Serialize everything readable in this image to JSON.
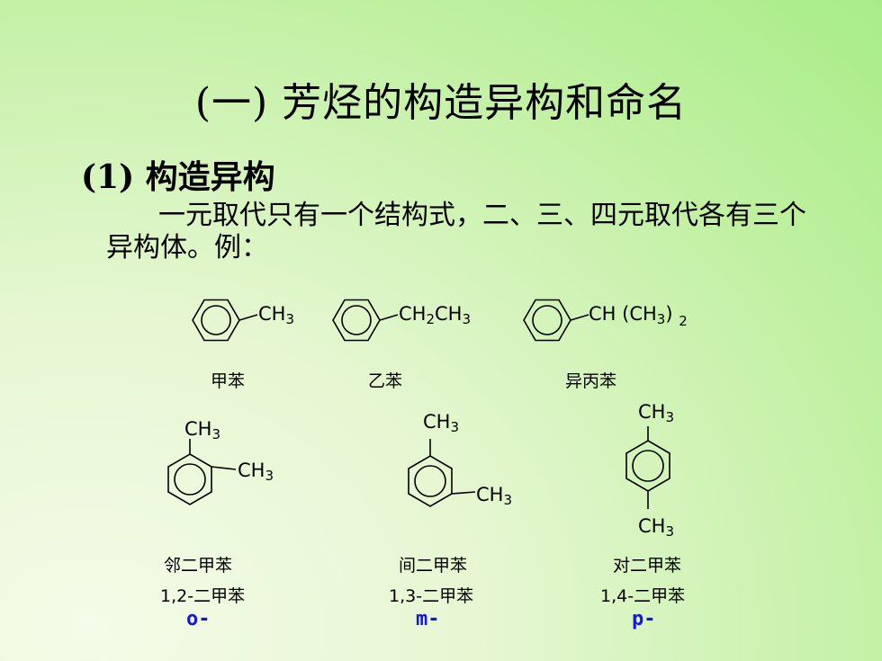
{
  "slide": {
    "title": "(一) 芳烃的构造异构和命名",
    "subtitle": "(1) 构造异构",
    "paragraph": "一元取代只有一个结构式，二、三、四元取代各有三个异构体。例："
  },
  "monosubstituted": [
    {
      "name": "甲苯",
      "formula": "CH3"
    },
    {
      "name": "乙苯",
      "formula": "CH2CH3"
    },
    {
      "name": "异丙苯",
      "formula": "CH(CH3)2"
    }
  ],
  "xylenes": [
    {
      "name": "邻二甲苯",
      "systematic": "1,2-二甲苯",
      "prefix": "o-"
    },
    {
      "name": "间二甲苯",
      "systematic": "1,3-二甲苯",
      "prefix": "m-"
    },
    {
      "name": "对二甲苯",
      "systematic": "1,4-二甲苯",
      "prefix": "p-"
    }
  ],
  "colors": {
    "prefix": "#1515e6",
    "background": "#bff0a0"
  }
}
